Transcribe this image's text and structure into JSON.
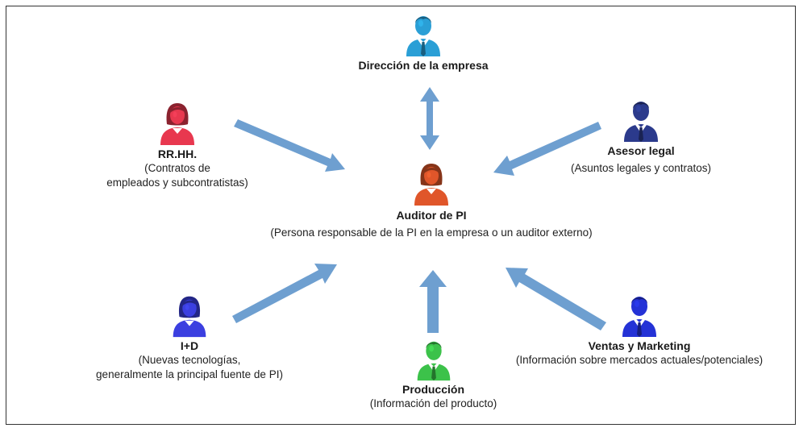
{
  "nodes": {
    "direccion": {
      "title": "Dirección de la empresa",
      "desc1": "",
      "desc2": "",
      "color": "#2a9fd6",
      "icon": "male-person-icon"
    },
    "rrhh": {
      "title": "RR.HH.",
      "desc1": "(Contratos de",
      "desc2": "empleados y subcontratistas)",
      "color": "#e8384f",
      "icon": "female-person-icon"
    },
    "asesor": {
      "title": "Asesor legal",
      "desc1": "(Asuntos legales y contratos)",
      "desc2": "",
      "color": "#2b3a8c",
      "icon": "male-person-icon"
    },
    "auditor": {
      "title": "Auditor de PI",
      "desc1": "(Persona responsable de la PI en la empresa o un auditor externo)",
      "desc2": "",
      "color": "#e0562a",
      "icon": "female-person-icon"
    },
    "imasd": {
      "title": "I+D",
      "desc1": "(Nuevas tecnologías,",
      "desc2": "generalmente la principal fuente de PI)",
      "color": "#3b3fe0",
      "icon": "female-person-icon"
    },
    "produccion": {
      "title": "Producción",
      "desc1": "(Información del producto)",
      "desc2": "",
      "color": "#3cc24a",
      "icon": "male-person-icon"
    },
    "ventas": {
      "title": "Ventas y Marketing",
      "desc1": "(Información sobre mercados actuales/potenciales)",
      "desc2": "",
      "color": "#2432d6",
      "icon": "male-person-icon"
    }
  },
  "arrow_color": "#6e9fd0"
}
